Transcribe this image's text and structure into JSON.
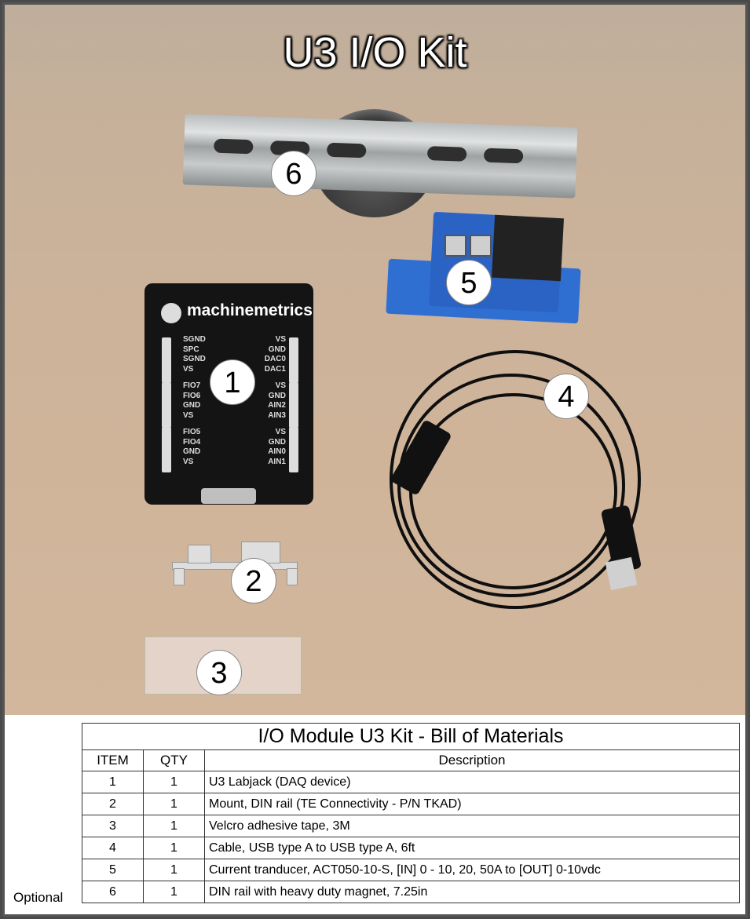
{
  "title": "U3 I/O Kit",
  "callouts": [
    "1",
    "2",
    "3",
    "4",
    "5",
    "6"
  ],
  "labjack": {
    "brand": "machinemetrics",
    "left_pins": [
      "SGND",
      "SPC",
      "SGND",
      "VS",
      "FIO7",
      "FIO6",
      "GND",
      "VS",
      "FIO5",
      "FIO4",
      "GND",
      "VS"
    ],
    "right_pins": [
      "VS",
      "GND",
      "DAC0",
      "DAC1",
      "VS",
      "GND",
      "AIN2",
      "AIN3",
      "VS",
      "GND",
      "AIN0",
      "AIN1"
    ]
  },
  "bom": {
    "title": "I/O Module U3 Kit - Bill of Materials",
    "headers": [
      "ITEM",
      "QTY",
      "Description"
    ],
    "rows": [
      {
        "item": "1",
        "qty": "1",
        "desc": "U3 Labjack (DAQ device)",
        "note": ""
      },
      {
        "item": "2",
        "qty": "1",
        "desc": "Mount, DIN rail (TE Connectivity - P/N TKAD)",
        "note": ""
      },
      {
        "item": "3",
        "qty": "1",
        "desc": "Velcro adhesive tape, 3M",
        "note": ""
      },
      {
        "item": "4",
        "qty": "1",
        "desc": "Cable, USB type A to USB type A, 6ft",
        "note": ""
      },
      {
        "item": "5",
        "qty": "1",
        "desc": "Current tranducer, ACT050-10-S, [IN] 0 - 10, 20, 50A to [OUT] 0-10vdc",
        "note": ""
      },
      {
        "item": "6",
        "qty": "1",
        "desc": "DIN rail with heavy duty magnet, 7.25in",
        "note": "Optional"
      }
    ]
  }
}
